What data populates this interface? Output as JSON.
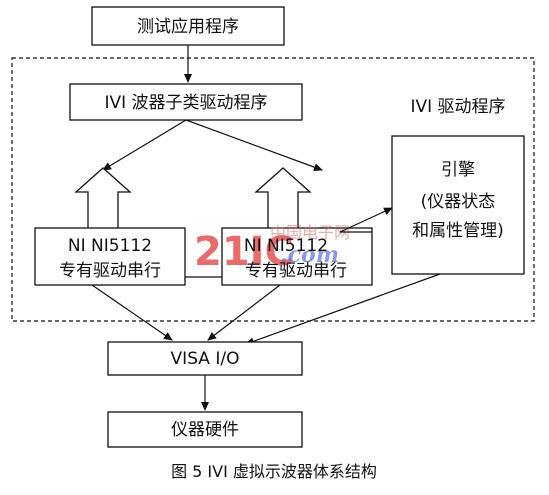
{
  "diagram": {
    "nodes": {
      "test_app": "测试应用程序",
      "class_driver": "IVI 波器子类驱动程序",
      "driver_group": "IVI 驱动程序",
      "engine_line1": "引擎",
      "engine_line2": "(仪器状态",
      "engine_line3": "和属性管理)",
      "ni_left_line1": "NI  NI5112",
      "ni_left_line2": "专有驱动串行",
      "ni_right_line1": "NI  NI5112",
      "ni_right_line2": "专有驱动串行",
      "visa": "VISA  I/O",
      "hardware": "仪器硬件"
    },
    "caption": "图 5   IVI 虚拟示波器体系结构",
    "watermark": {
      "main": "21IC",
      "sub": ".com",
      "cn": "中国电子网"
    }
  }
}
